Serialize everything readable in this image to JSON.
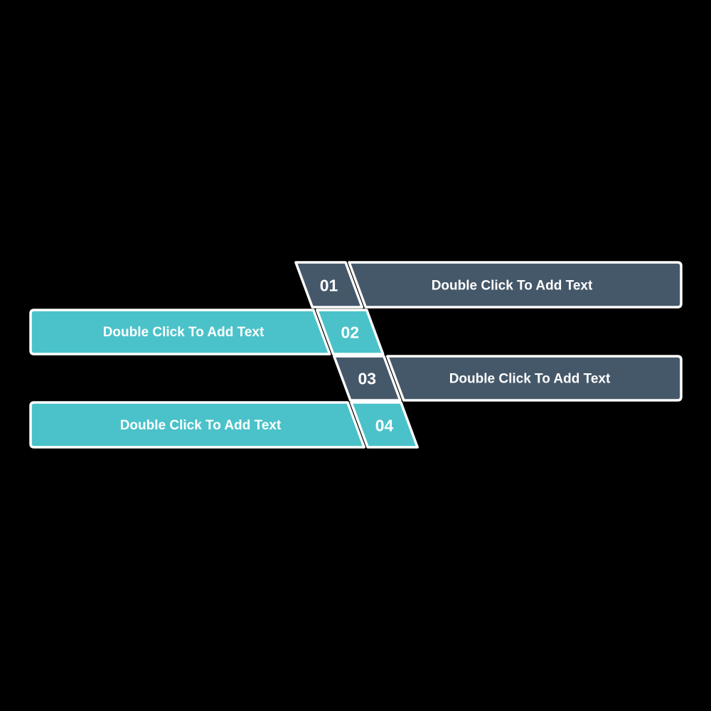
{
  "canvas": {
    "background": "#000000"
  },
  "colors": {
    "dark": "#45586A",
    "teal": "#4BC2C9",
    "border": "#FFFFFF",
    "text": "#FFFFFF"
  },
  "steps": [
    {
      "number": "01",
      "label": "Double Click To Add Text",
      "side": "right",
      "color_key": "dark"
    },
    {
      "number": "02",
      "label": "Double Click To Add Text",
      "side": "left",
      "color_key": "teal"
    },
    {
      "number": "03",
      "label": "Double Click To Add Text",
      "side": "right",
      "color_key": "dark"
    },
    {
      "number": "04",
      "label": "Double Click To Add Text",
      "side": "left",
      "color_key": "teal"
    }
  ]
}
